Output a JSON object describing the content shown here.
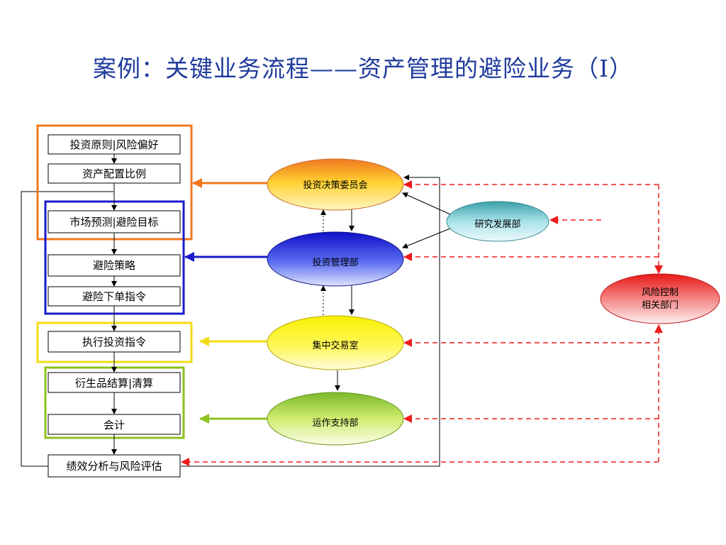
{
  "title": "案例：关键业务流程——资产管理的避险业务（I）",
  "boxes": {
    "b1": "投资原则|风险偏好",
    "b2": "资产配置比例",
    "b3": "市场预测|避险目标",
    "b4": "避险策略",
    "b5": "避险下单指令",
    "b6": "执行投资指令",
    "b7": "衍生品结算|清算",
    "b8": "会计",
    "b9": "绩效分析与风险评估"
  },
  "ovals": {
    "committee": "投资决策委员会",
    "management": "投资管理部",
    "trading": "集中交易室",
    "operations": "运作支持部",
    "research": "研究发展部",
    "risk_line1": "风险控制",
    "risk_line2": "相关部门"
  },
  "colors": {
    "title": "#1f3b9c",
    "orange": "#f07820",
    "blue": "#1a1acc",
    "yellow": "#f2dc14",
    "green": "#8cc21e",
    "red_dashed": "#ee1c1c"
  }
}
